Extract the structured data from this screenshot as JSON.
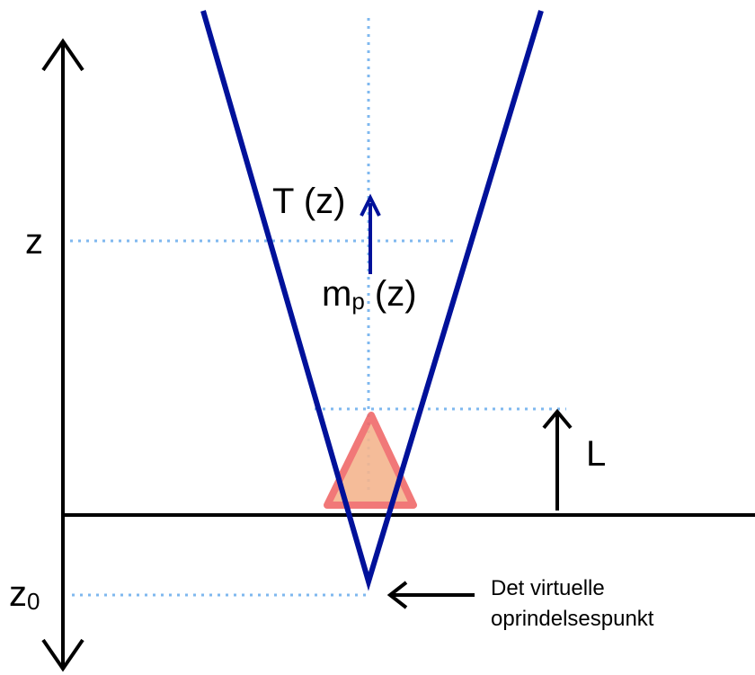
{
  "labels": {
    "z": "z",
    "z0_main": "z",
    "z0_sub": "0",
    "T": "T (z)",
    "mp_main": "m",
    "mp_sub": "p",
    "mp_rest": " (z)",
    "L": "L",
    "note_line1": "Det virtuelle",
    "note_line2": "oprindelsespunkt"
  },
  "colors": {
    "cone": "#00119a",
    "guide": "#7fb8ef",
    "axis": "#000000",
    "source_fill": "#f5b58e",
    "source_stroke": "#f06a6a",
    "plume_arrow": "#00119a"
  }
}
